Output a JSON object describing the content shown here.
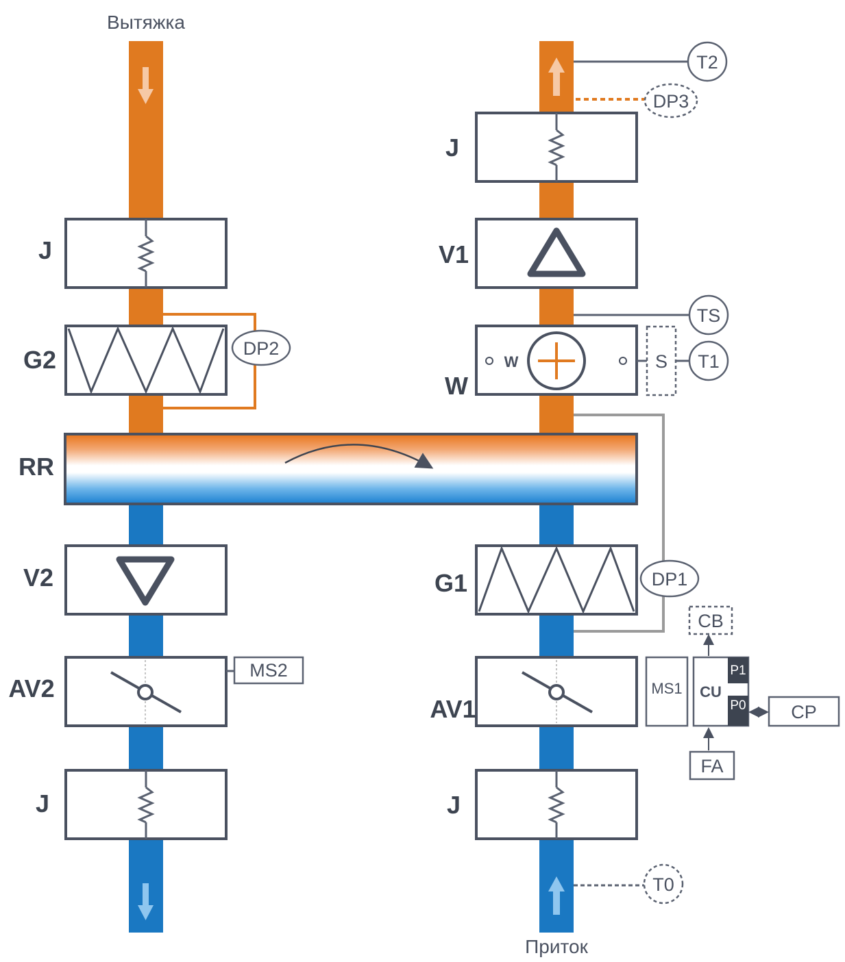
{
  "captions": {
    "exhaust": "Вытяжка",
    "supply": "Приток"
  },
  "colors": {
    "warm_duct": "#e07a20",
    "cold_duct": "#1a78c2",
    "outline": "#4a5160",
    "arrow_warm": "#f6c9a6",
    "arrow_cold": "#8fc6ef"
  },
  "left_column": {
    "filter_top": "J",
    "heater": "G2",
    "fan": "V2",
    "damper": "AV2",
    "filter_bottom": "J",
    "pressure_sensor": "DP2",
    "damper_motor": "MS2"
  },
  "rotor": {
    "label": "RR"
  },
  "right_column": {
    "filter_top": "J",
    "fan": "V1",
    "water_heater": "W",
    "water_heater_inner": "W",
    "heater": "G1",
    "damper": "AV1",
    "filter_bottom": "J",
    "temp_supply": "T2",
    "pressure_supply": "DP3",
    "temp_ts": "TS",
    "temp_t1": "T1",
    "s_box": "S",
    "pressure_dp1": "DP1",
    "temp_outdoor": "T0",
    "damper_motor": "MS1"
  },
  "control": {
    "cu": "CU",
    "p1": "P1",
    "p0": "P0",
    "cb": "CB",
    "cp": "CP",
    "fa": "FA"
  }
}
